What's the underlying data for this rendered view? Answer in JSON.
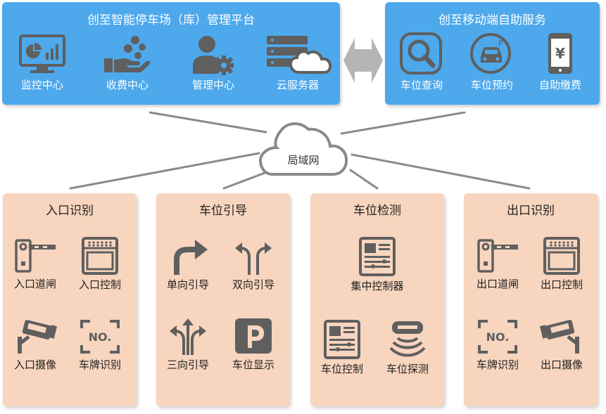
{
  "platform": {
    "title": "创至智能停车场（库）管理平台",
    "items": [
      {
        "label": "监控中心",
        "icon": "monitor-chart-icon"
      },
      {
        "label": "收费中心",
        "icon": "hand-coins-icon"
      },
      {
        "label": "管理中心",
        "icon": "user-gear-icon"
      },
      {
        "label": "云服务器",
        "icon": "server-cloud-icon"
      }
    ]
  },
  "mobile": {
    "title": "创至移动端自助服务",
    "items": [
      {
        "label": "车位查询",
        "icon": "search-icon"
      },
      {
        "label": "车位预约",
        "icon": "car-parking-icon"
      },
      {
        "label": "自助缴费",
        "icon": "phone-yen-icon"
      }
    ]
  },
  "network": {
    "label": "局域网",
    "icon": "cloud-icon"
  },
  "groups": [
    {
      "title": "入口识别",
      "items": [
        {
          "label": "入口道闸",
          "icon": "barrier-gate-icon"
        },
        {
          "label": "入口控制",
          "icon": "control-box-icon"
        },
        {
          "label": "入口摄像",
          "icon": "camera-icon"
        },
        {
          "label": "车牌识别",
          "icon": "plate-recognition-icon"
        }
      ]
    },
    {
      "title": "车位引导",
      "items": [
        {
          "label": "单向引导",
          "icon": "turn-arrow-icon"
        },
        {
          "label": "双向引导",
          "icon": "two-way-arrow-icon"
        },
        {
          "label": "三向引导",
          "icon": "three-way-arrow-icon"
        },
        {
          "label": "车位显示",
          "icon": "parking-sign-icon"
        }
      ]
    },
    {
      "title": "车位检测",
      "items": [
        {
          "label": "集中控制器",
          "icon": "controller-icon"
        },
        {
          "label": "车位控制",
          "icon": "controller-icon"
        },
        {
          "label": "车位探测",
          "icon": "detector-icon"
        }
      ]
    },
    {
      "title": "出口识别",
      "items": [
        {
          "label": "出口道闸",
          "icon": "barrier-gate-icon"
        },
        {
          "label": "出口控制",
          "icon": "control-box-icon"
        },
        {
          "label": "车牌识别",
          "icon": "plate-recognition-icon"
        },
        {
          "label": "出口摄像",
          "icon": "camera-icon"
        }
      ]
    }
  ],
  "colors": {
    "blue_panel": "#4da8ec",
    "peach_panel": "#f8d5be",
    "icon_gray": "#5f5f5f",
    "line_gray": "#8a8a8a"
  }
}
